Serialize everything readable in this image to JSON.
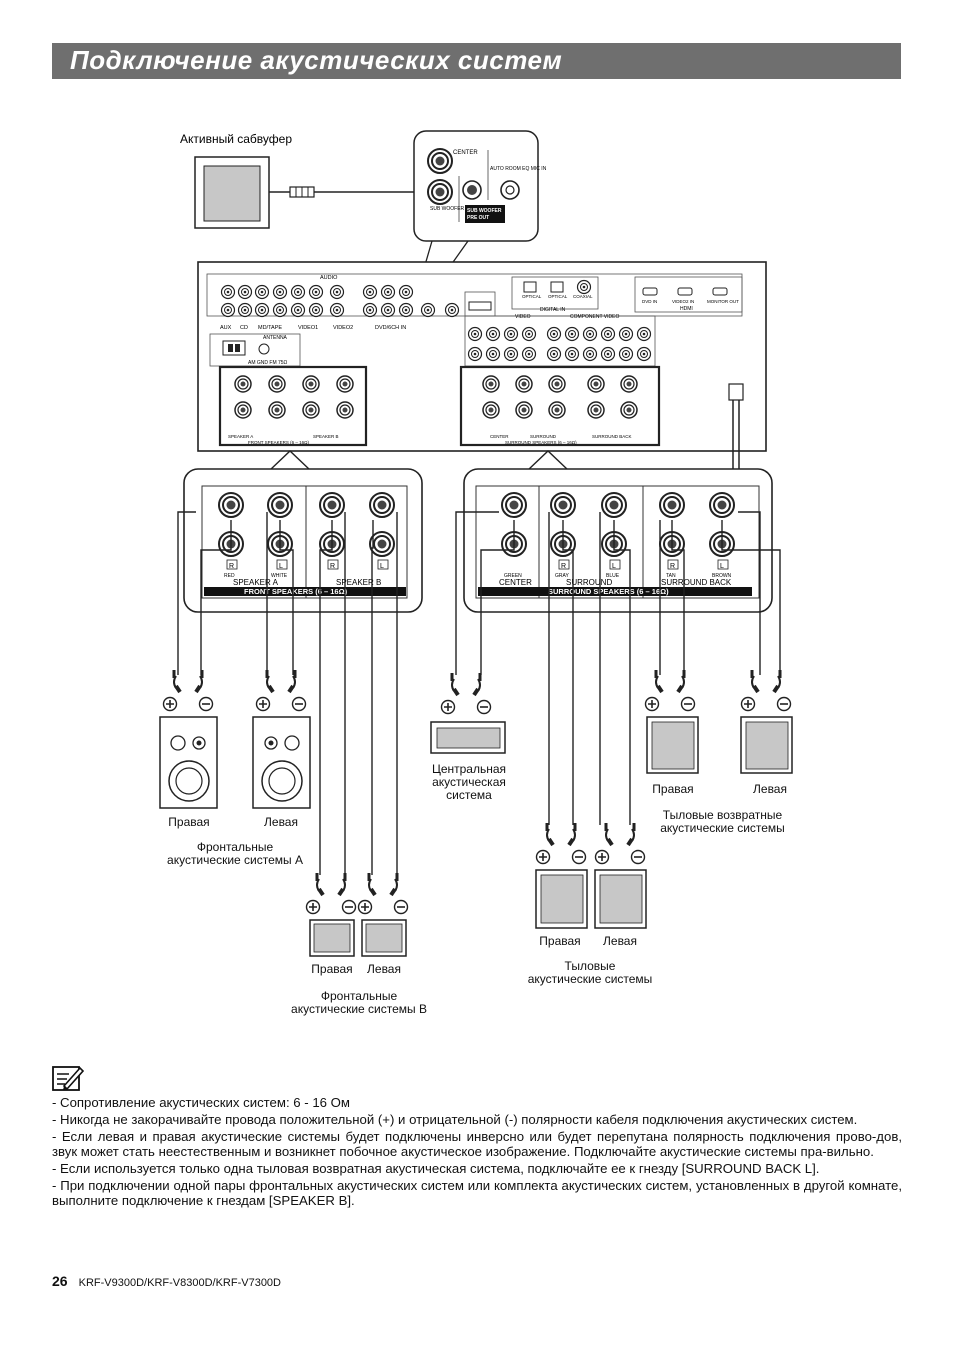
{
  "header": {
    "title": "Подключение акустических систем"
  },
  "labels": {
    "subwoofer": "Активный сабвуфер",
    "front_a_right": "Правая",
    "front_a_left": "Левая",
    "front_a_caption": "Фронтальные\nакустические системы А",
    "front_b_right": "Правая",
    "front_b_left": "Левая",
    "front_b_caption": "Фронтальные\nакустические системы В",
    "center": "Центральная\nакустическая\nсистема",
    "surround_right": "Правая",
    "surround_left": "Левая",
    "surround_caption": "Тыловые\nакустические системы",
    "back_right": "Правая",
    "back_left": "Левая",
    "back_caption": "Тыловые возвратные\nакустические системы"
  },
  "panel": {
    "center": "CENTER",
    "auto_room_eq": "AUTO ROOM EQ\nMIC IN",
    "subwoofer": "SUB WOOFER",
    "sub_pre_out": "SUB WOOFER\nPRE OUT",
    "audio": "AUDIO",
    "inputs": [
      "AUX",
      "CD",
      "MD/TAPE",
      "VIDEO1",
      "VIDEO2",
      "DVD/6CH IN"
    ],
    "antenna": "ANTENNA",
    "am": "AM",
    "gnd": "GND",
    "fm": "FM 75Ω",
    "digital_in": "DIGITAL IN",
    "optical1": "OPTICAL",
    "optical2": "OPTICAL",
    "coaxial": "COAXIAL",
    "dvd": "DVD",
    "video": "VIDEO",
    "component": "COMPONENT VIDEO",
    "hdmi": "HDMI",
    "dvd_in": "DVD IN",
    "video2_in": "VIDEO2 IN",
    "monitor_out": "MONITOR OUT",
    "speaker_a": "SPEAKER A",
    "speaker_b": "SPEAKER B",
    "front_speakers": "FRONT SPEAKERS (6 – 16Ω)",
    "surround": "SURROUND",
    "surround_back": "SURROUND BACK",
    "surround_speakers": "SURROUND SPEAKERS (6 – 16Ω)",
    "red": "RED",
    "white": "WHITE",
    "green": "GREEN",
    "gray": "GRAY",
    "blue": "BLUE",
    "tan": "TAN",
    "brown": "BROWN",
    "r": "R",
    "l": "L"
  },
  "notes": [
    "- Сопротивление акустических систем: 6 - 16 Ом",
    "- Никогда не закорачивайте провода положительной (+) и отрицательной (-) полярности кабеля подключения акустических систем.",
    "- Если левая и правая акустические системы будет подключены инверсно или будет перепутана полярность подключения прово-дов, звук может стать неестественным и возникнет побочное акустическое изображение. Подключайте акустические системы пра-вильно.",
    "- Если используется только одна тыловая возвратная акустическая система, подключайте ее к гнезду [SURROUND BACK L].",
    "- При подключении одной пары фронтальных акустических систем или комплекта акустических систем, установленных в другой комнате, выполните подключение к гнездам [SPEAKER B]."
  ],
  "footer": {
    "page": "26",
    "models": "KRF-V9300D/KRF-V8300D/KRF-V7300D"
  }
}
